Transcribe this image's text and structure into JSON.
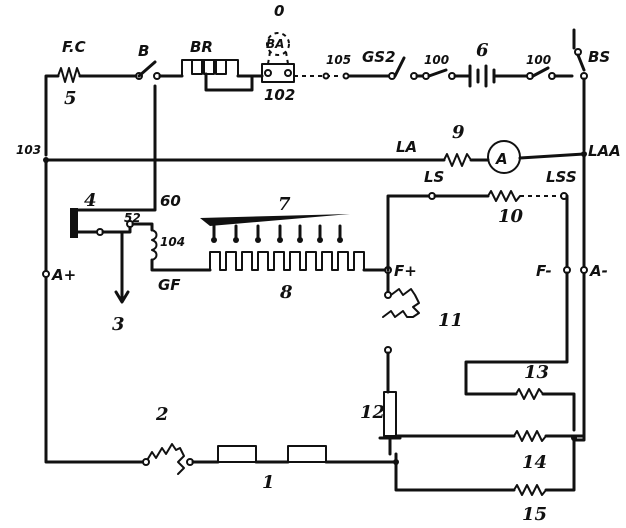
{
  "labels": {
    "fc": "F.C",
    "fc_num": "5",
    "switch_b": "B",
    "br": "BR",
    "indicator_top": "0",
    "indicator_ba": "BA",
    "n102": "102",
    "n105": "105",
    "gs2": "GS2",
    "n100a": "100",
    "n6": "6",
    "n100b": "100",
    "bs": "BS",
    "n103": "103",
    "la": "LA",
    "n9": "9",
    "ammeter": "A",
    "laa": "LAA",
    "n4": "4",
    "n60": "60",
    "n7": "7",
    "ls": "LS",
    "lss": "LSS",
    "n10": "10",
    "n52": "52",
    "n104": "104",
    "a_plus": "A+",
    "gf": "GF",
    "n8": "8",
    "f_plus": "F+",
    "f_minus": "F-",
    "a_minus": "A-",
    "n3": "3",
    "n11": "11",
    "n13": "13",
    "n12": "12",
    "n2": "2",
    "n14": "14",
    "n1": "1",
    "n15": "15"
  }
}
